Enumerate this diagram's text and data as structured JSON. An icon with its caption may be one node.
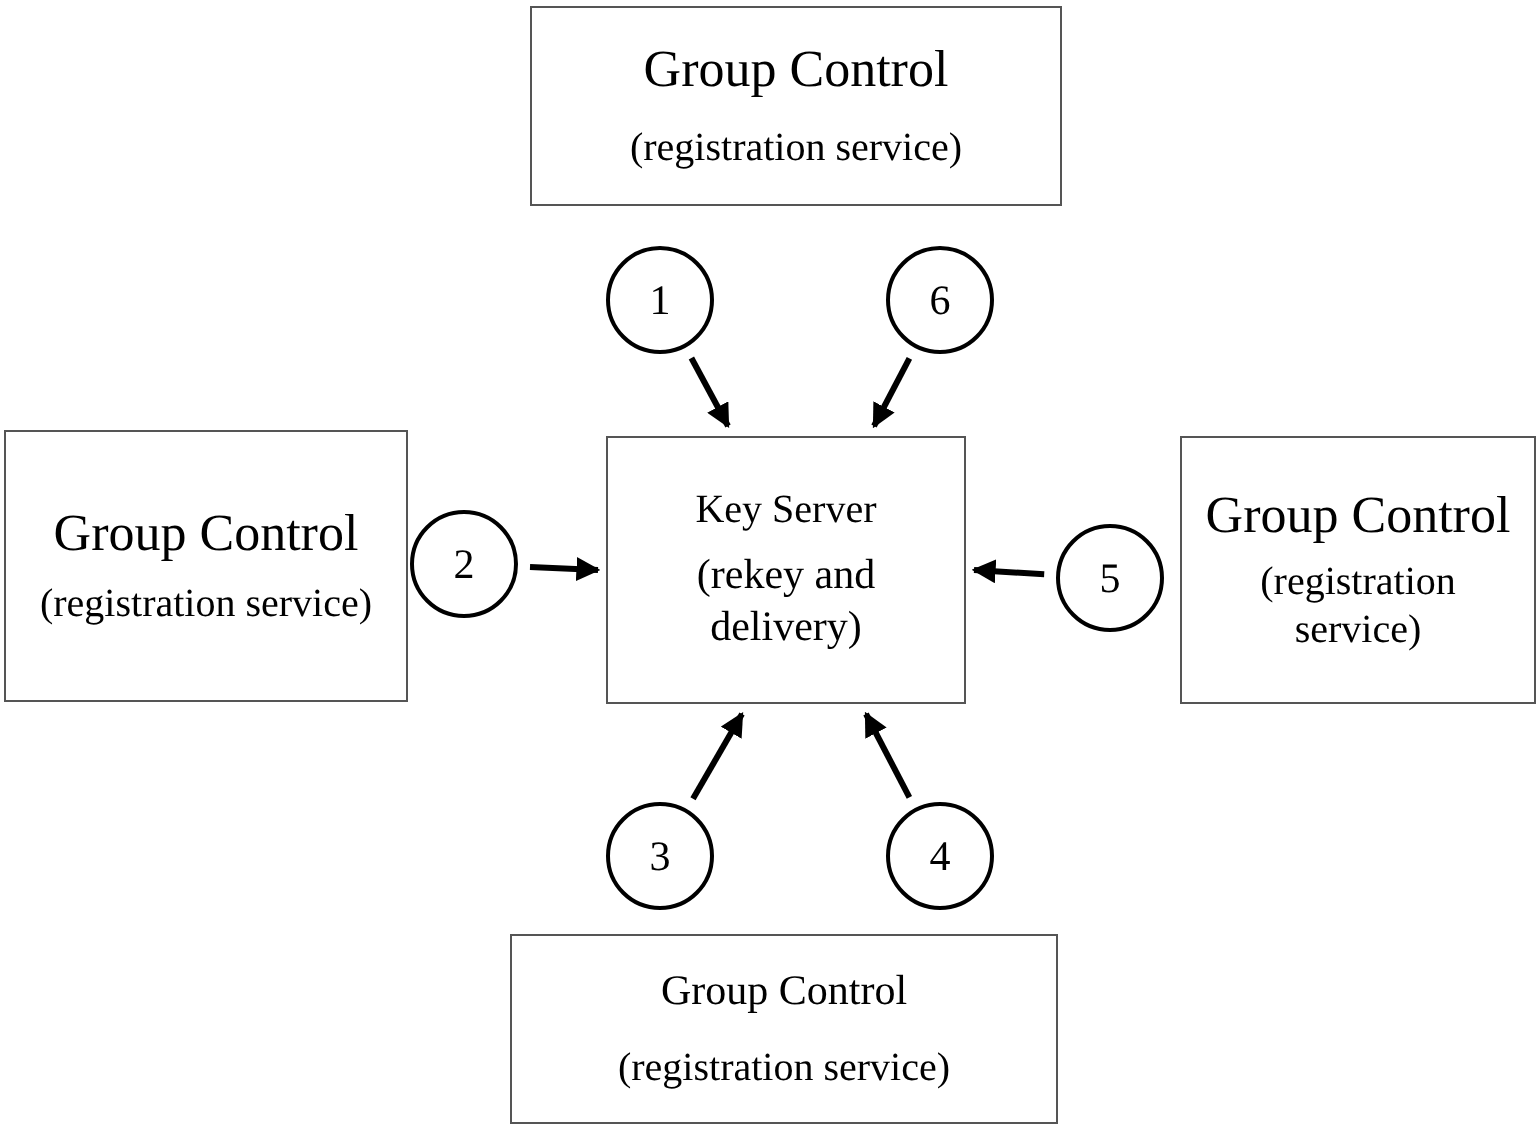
{
  "diagram": {
    "nodes": [
      {
        "text": [
          "Group Control",
          "(registration service)"
        ]
      },
      {
        "text": [
          "Group Control",
          "(registration service)"
        ]
      },
      {
        "text": [
          "Key Server",
          "(rekey and delivery)"
        ]
      },
      {
        "text": [
          "Group Control",
          "(registration service)"
        ]
      },
      {
        "text": [
          "Group Control",
          "(registration service)"
        ]
      },
      {
        "text": [
          "1"
        ]
      },
      {
        "text": [
          "6"
        ]
      },
      {
        "text": [
          "2"
        ]
      },
      {
        "text": [
          "5"
        ]
      },
      {
        "text": [
          "3"
        ]
      },
      {
        "text": [
          "4"
        ]
      }
    ],
    "edges": [
      {
        "from": 5,
        "to": 2,
        "arrow": "to"
      },
      {
        "from": 6,
        "to": 2,
        "arrow": "to"
      },
      {
        "from": 7,
        "to": 2,
        "arrow": "to"
      },
      {
        "from": 8,
        "to": 2,
        "arrow": "to"
      },
      {
        "from": 9,
        "to": 2,
        "arrow": "to"
      },
      {
        "from": 10,
        "to": 2,
        "arrow": "to"
      }
    ]
  }
}
